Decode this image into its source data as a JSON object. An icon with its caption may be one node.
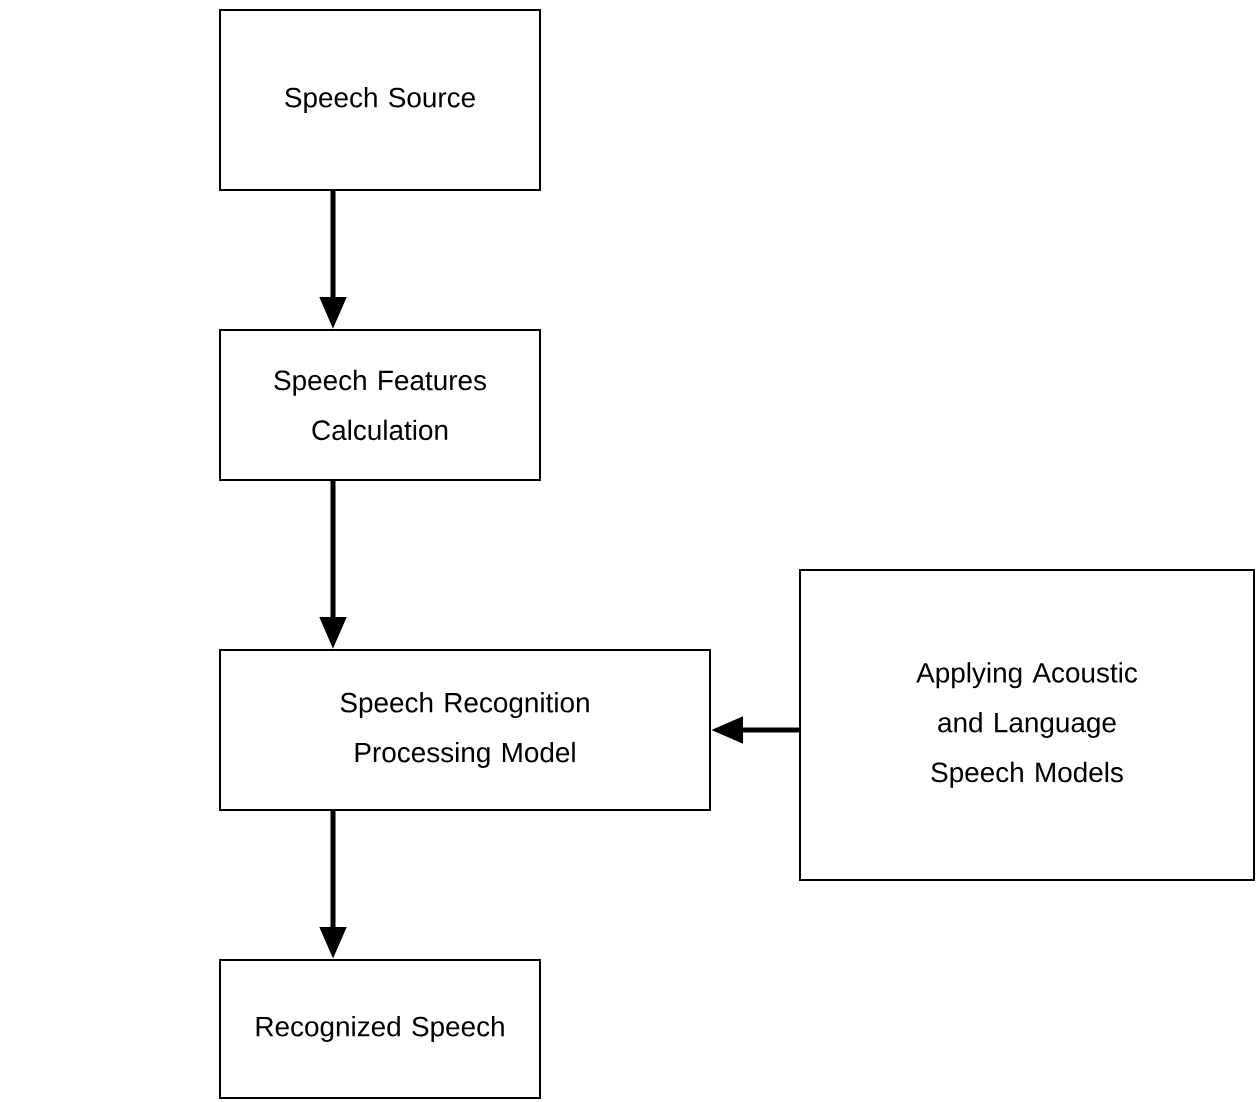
{
  "diagram": {
    "nodes": [
      {
        "text": [
          "Speech Source"
        ]
      },
      {
        "text": [
          "Speech Features Calculation"
        ]
      },
      {
        "text": [
          "Speech Recognition Processing Model"
        ]
      },
      {
        "text": [
          "Applying Acoustic and Language Speech Models"
        ]
      },
      {
        "text": [
          "Recognized Speech"
        ]
      }
    ],
    "edges": [
      {
        "from": 0,
        "to": 1,
        "arrow": "to"
      },
      {
        "from": 1,
        "to": 2,
        "arrow": "to"
      },
      {
        "from": 3,
        "to": 2,
        "arrow": "to"
      },
      {
        "from": 2,
        "to": 4,
        "arrow": "to"
      }
    ]
  }
}
